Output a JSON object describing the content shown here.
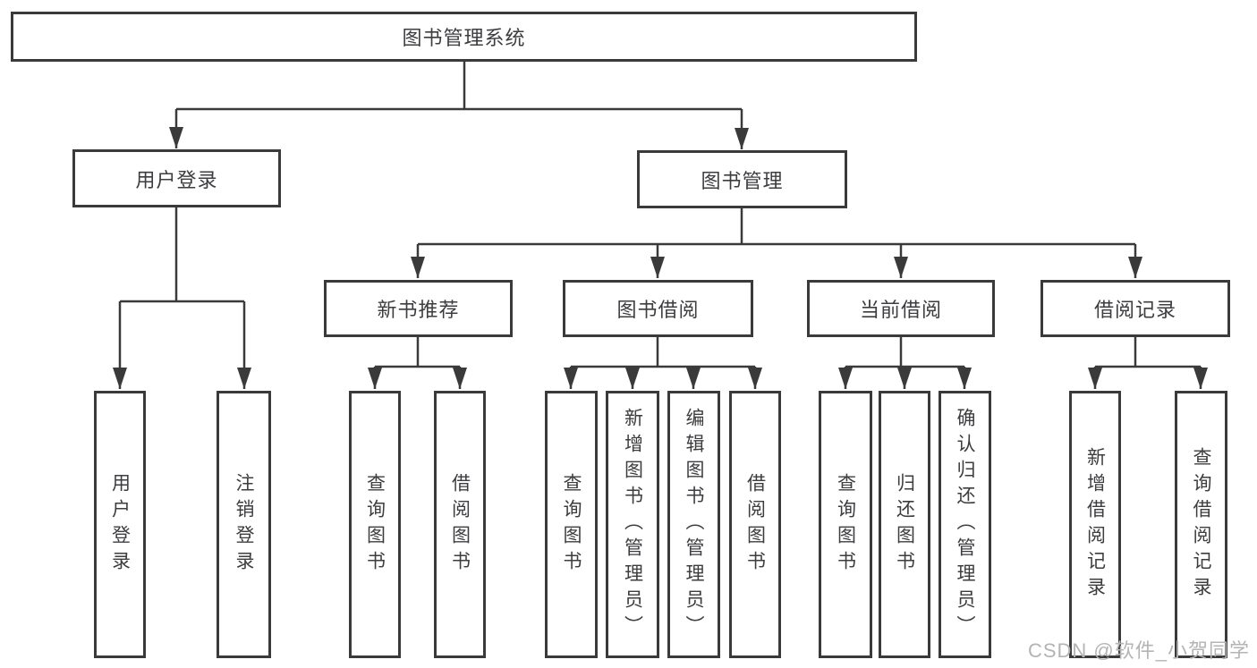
{
  "tree": {
    "label": "图书管理系统",
    "children": [
      {
        "label": "用户登录",
        "children": [
          {
            "label": "用户登录"
          },
          {
            "label": "注销登录"
          }
        ]
      },
      {
        "label": "图书管理",
        "children": [
          {
            "label": "新书推荐",
            "children": [
              {
                "label": "查询图书"
              },
              {
                "label": "借阅图书"
              }
            ]
          },
          {
            "label": "图书借阅",
            "children": [
              {
                "label": "查询图书"
              },
              {
                "label": "新增图书（管理员）"
              },
              {
                "label": "编辑图书（管理员）"
              },
              {
                "label": "借阅图书"
              }
            ]
          },
          {
            "label": "当前借阅",
            "children": [
              {
                "label": "查询图书"
              },
              {
                "label": "归还图书"
              },
              {
                "label": "确认归还（管理员）"
              }
            ]
          },
          {
            "label": "借阅记录",
            "children": [
              {
                "label": "新增借阅记录"
              },
              {
                "label": "查询借阅记录"
              }
            ]
          }
        ]
      }
    ]
  },
  "watermark": {
    "text": "CSDN @软件_小贺同学"
  },
  "colors": {
    "line": "#3a3a3a",
    "text": "#3d3d40",
    "box_background": "#ffffff",
    "page_background": "#ffffff",
    "watermark": "#b4b4b4"
  }
}
